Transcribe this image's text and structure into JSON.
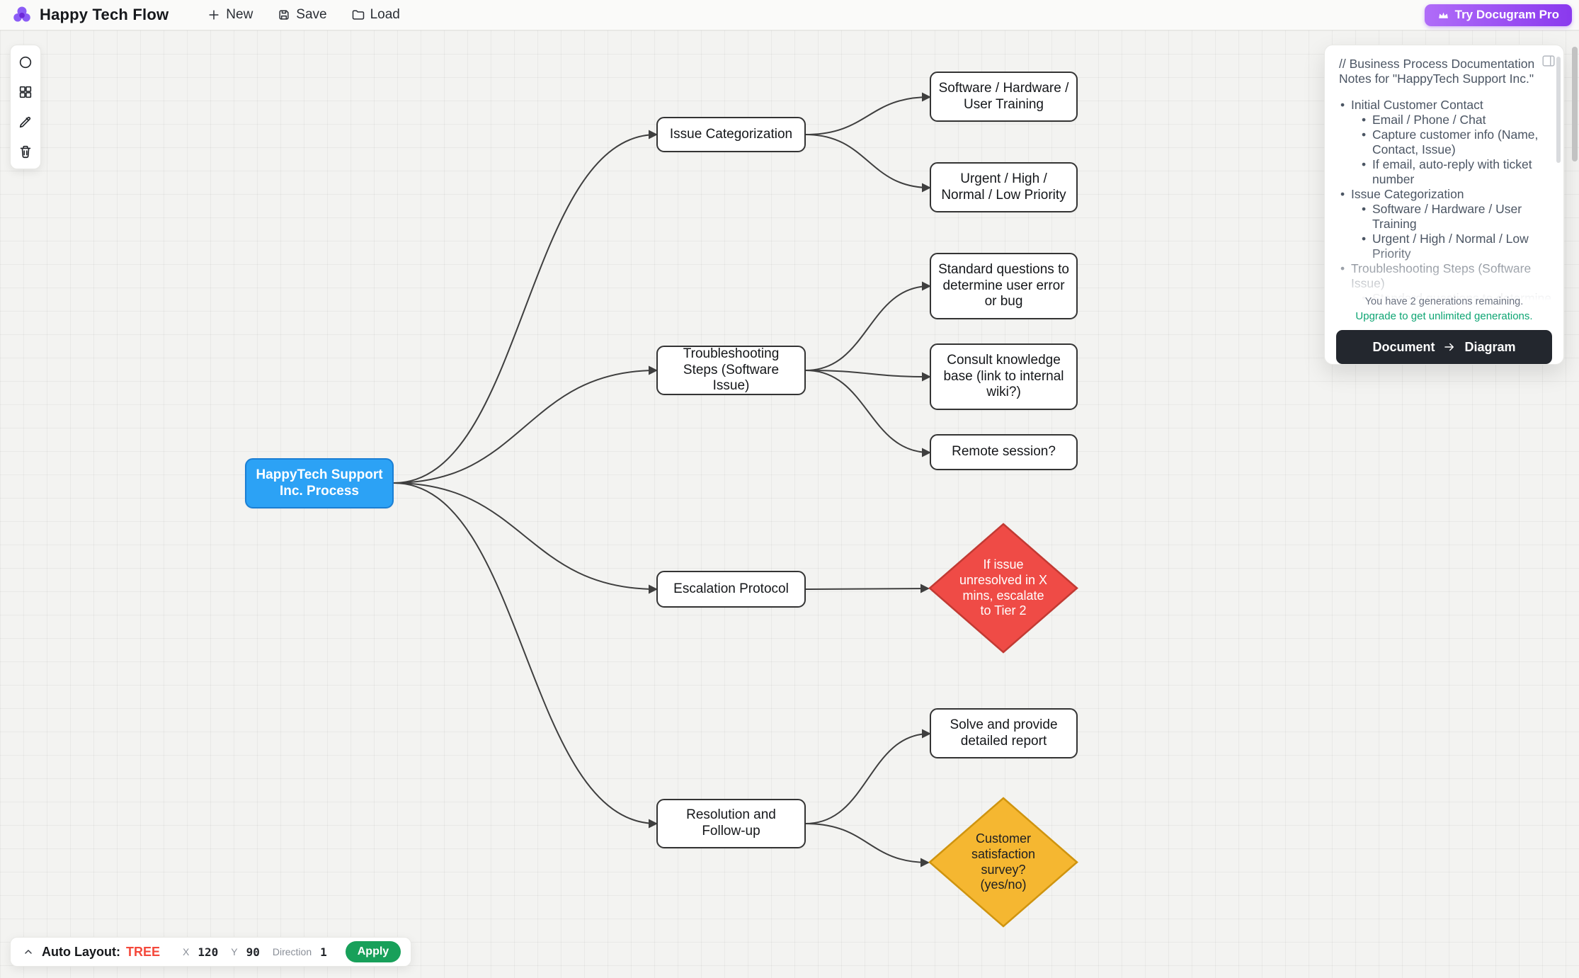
{
  "header": {
    "app_title": "Happy Tech Flow",
    "menu_new": "New",
    "menu_save": "Save",
    "menu_load": "Load",
    "pro_button": "Try Docugram Pro"
  },
  "icons": {
    "logo": "logo-icon",
    "new": "plus-icon",
    "save": "save-icon",
    "load": "folder-icon",
    "pro": "crown-icon",
    "tools": [
      "circle-tool-icon",
      "grid-tool-icon",
      "draw-tool-icon",
      "trash-icon"
    ],
    "panel_collapse": "panel-collapse-icon",
    "convert_arrow": "arrow-right-icon",
    "layout_collapse": "chevron-up-icon"
  },
  "colors": {
    "root_node": "#2CA2F5",
    "decision_danger": "#EF4B46",
    "decision_warning": "#F5B731",
    "edge": "#3F3F3F",
    "apply_green": "#18A05A",
    "tree_mode_red": "#F4483B",
    "upgrade_green": "#0EA573",
    "pro_gradient_start": "#B06CF8",
    "pro_gradient_end": "#8A39EE"
  },
  "diagram": {
    "nodes": {
      "root": "HappyTech Support Inc. Process",
      "issue_categorization": "Issue Categorization",
      "troubleshooting": "Troubleshooting Steps (Software Issue)",
      "escalation": "Escalation Protocol",
      "resolution": "Resolution and Follow-up",
      "software_hardware": "Software / Hardware / User Training",
      "priority": "Urgent / High / Normal / Low Priority",
      "standard_questions": "Standard questions to determine user error or bug",
      "knowledge_base": "Consult knowledge base (link to internal wiki?)",
      "remote_session": "Remote session?",
      "escalate_decision": "If issue unresolved in X mins, escalate to Tier 2",
      "solve_report": "Solve and provide detailed report",
      "survey_decision": "Customer satisfaction survey? (yes/no)"
    }
  },
  "notes_panel": {
    "comment": "// Business Process Documentation Notes for \"HappyTech Support Inc.\"",
    "items": [
      {
        "level": 1,
        "text": "Initial Customer Contact"
      },
      {
        "level": 2,
        "text": "Email / Phone / Chat"
      },
      {
        "level": 2,
        "text": "Capture customer info (Name, Contact, Issue)"
      },
      {
        "level": 2,
        "text": "If email, auto-reply with ticket number"
      },
      {
        "level": 1,
        "text": "Issue Categorization"
      },
      {
        "level": 2,
        "text": "Software / Hardware / User Training"
      },
      {
        "level": 2,
        "text": "Urgent / High / Normal / Low Priority"
      },
      {
        "level": 1,
        "text": "Troubleshooting Steps (Software Issue)"
      },
      {
        "level": 2,
        "text": "Standard questions to determine"
      }
    ],
    "remaining_text": "You have 2 generations remaining.",
    "upgrade_text": "Upgrade to get unlimited generations.",
    "convert_button": {
      "from": "Document",
      "to": "Diagram"
    }
  },
  "auto_layout_bar": {
    "label": "Auto Layout:",
    "mode": "TREE",
    "x_label": "X",
    "x_value": "120",
    "y_label": "Y",
    "y_value": "90",
    "direction_label": "Direction",
    "direction_value": "1",
    "apply_label": "Apply"
  }
}
